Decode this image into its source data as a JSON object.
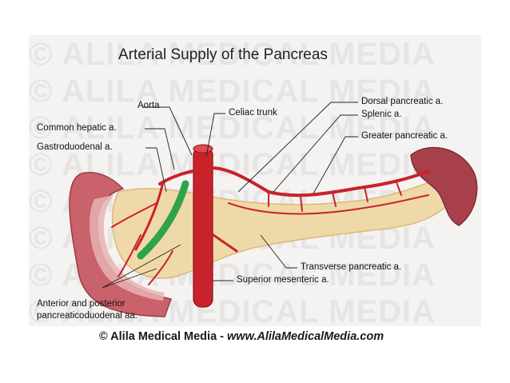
{
  "title": "Arterial Supply of the Pancreas",
  "watermark": [
    "© ALILA MEDICAL MEDIA",
    "© ALILA MEDICAL MEDIA",
    "© ALILA MEDICAL MEDIA",
    "© ALILA MEDICAL MEDIA",
    "© ALILA MEDICAL MEDIA",
    "© ALILA MEDICAL MEDIA",
    "© ALILA MEDICAL MEDIA",
    "© ALILA MEDICAL MEDIA"
  ],
  "labels": {
    "aorta": "Aorta",
    "celiac_trunk": "Celiac trunk",
    "common_hepatic": "Common hepatic a.",
    "gastroduodenal": "Gastroduodenal a.",
    "dorsal_pancreatic": "Dorsal pancreatic a.",
    "splenic": "Splenic a.",
    "greater_pancreatic": "Greater pancreatic a.",
    "transverse_pancreatic": "Transverse pancreatic a.",
    "superior_mesenteric": "Superior mesenteric a.",
    "pancreaticoduodenal_line1": "Anterior and posterior",
    "pancreaticoduodenal_line2": "pancreaticoduodenal aa."
  },
  "footer": {
    "copyright": "© Alila Medical Media - ",
    "url": "www.AlilaMedicalMedia.com"
  },
  "colors": {
    "artery": "#c8232b",
    "pancreas": "#f0d9a8",
    "duodenum": "#c9626a",
    "spleen": "#a8404c",
    "duct": "#2fa34a"
  }
}
